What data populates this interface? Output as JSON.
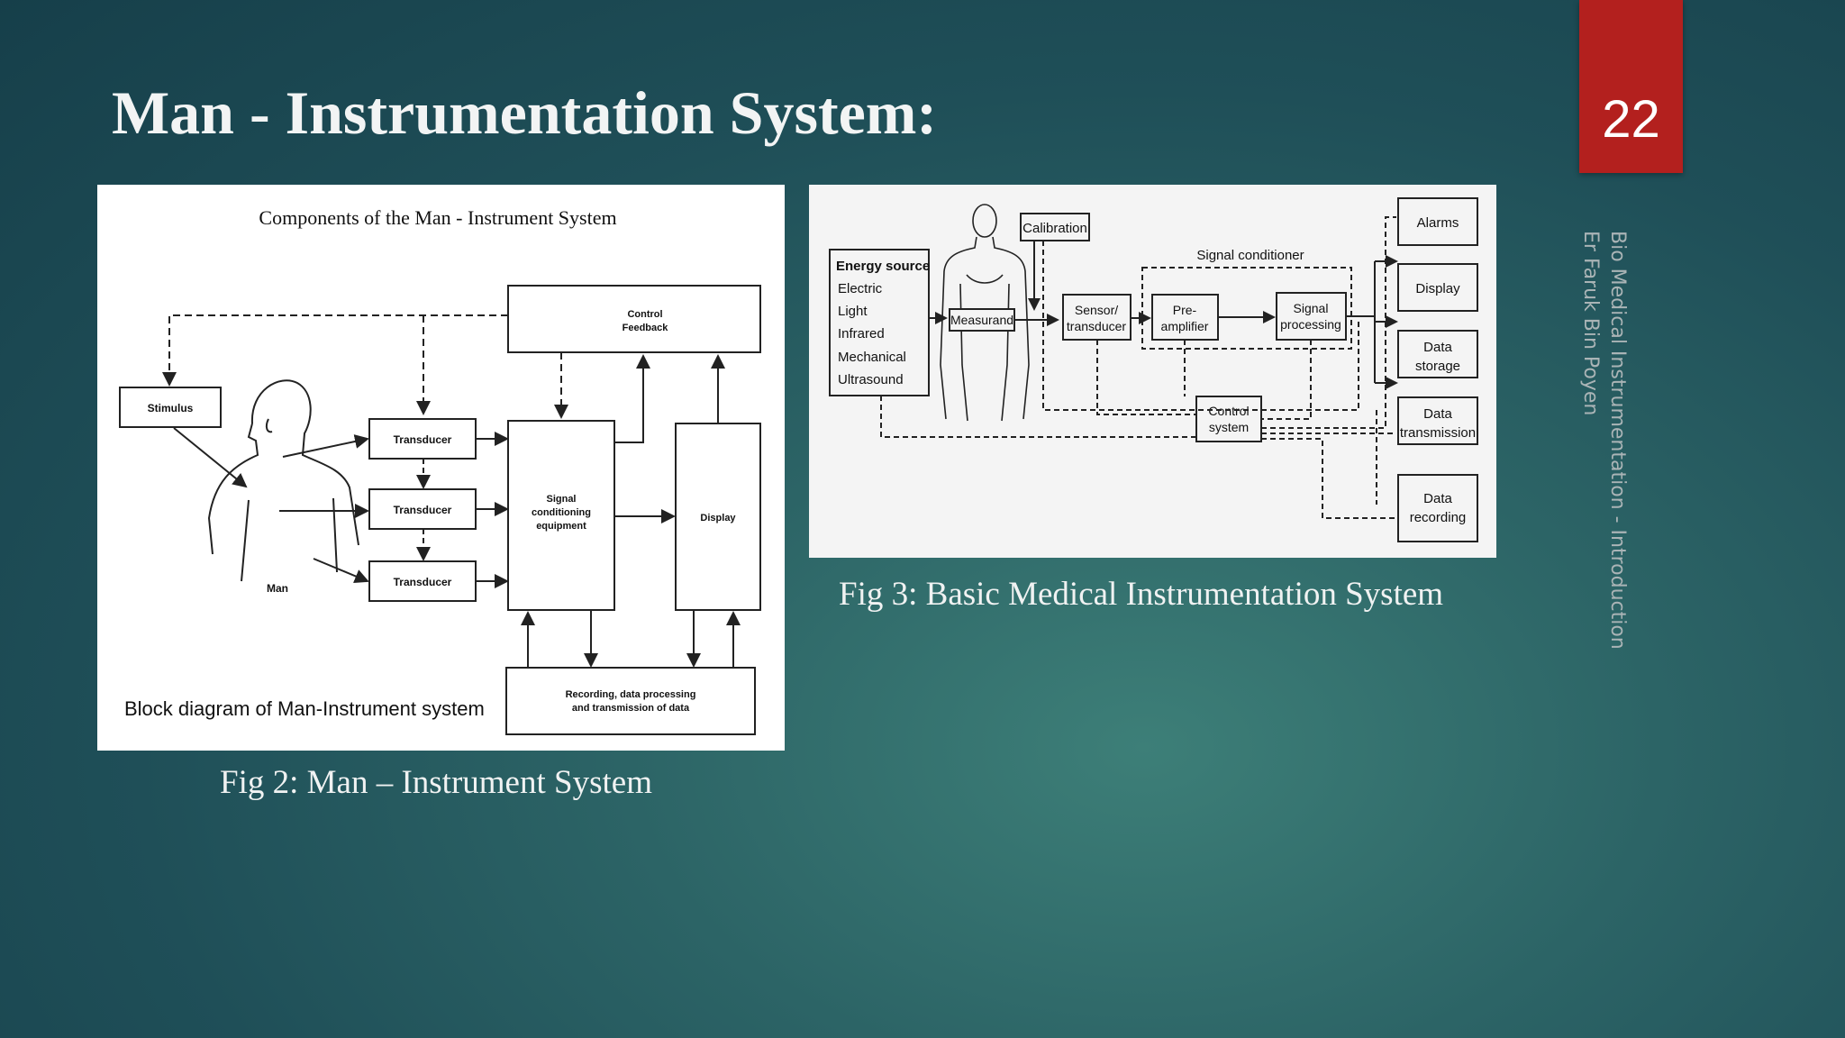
{
  "slide": {
    "title": "Man - Instrumentation System:",
    "page_number": "22",
    "side_title": "Bio Medical Instrumentation - Introduction",
    "side_author": "Er Faruk Bin Poyen"
  },
  "fig2": {
    "heading": "Components of the Man - Instrument System",
    "stimulus": "Stimulus",
    "man": "Man",
    "transducer": "Transducer",
    "control_line1": "Control",
    "control_line2": "Feedback",
    "signal_line1": "Signal",
    "signal_line2": "conditioning",
    "signal_line3": "equipment",
    "display": "Display",
    "recording_line1": "Recording, data processing",
    "recording_line2": "and transmission of data",
    "block_label": "Block diagram of Man-Instrument system",
    "caption": "Fig 2: Man – Instrument System"
  },
  "fig3": {
    "energy_title": "Energy source",
    "energy_items": [
      "Electric",
      "Light",
      "Infrared",
      "Mechanical",
      "Ultrasound"
    ],
    "calibration": "Calibration",
    "measurand": "Measurand",
    "sensor_line1": "Sensor/",
    "sensor_line2": "transducer",
    "preamp_line1": "Pre-",
    "preamp_line2": "amplifier",
    "signal_line1": "Signal",
    "signal_line2": "processing",
    "signal_conditioner": "Signal conditioner",
    "control_line1": "Control",
    "control_line2": "system",
    "alarms": "Alarms",
    "display": "Display",
    "storage_line1": "Data",
    "storage_line2": "storage",
    "transmission_line1": "Data",
    "transmission_line2": "transmission",
    "recording_line1": "Data",
    "recording_line2": "recording",
    "caption": "Fig 3: Basic Medical Instrumentation System"
  }
}
